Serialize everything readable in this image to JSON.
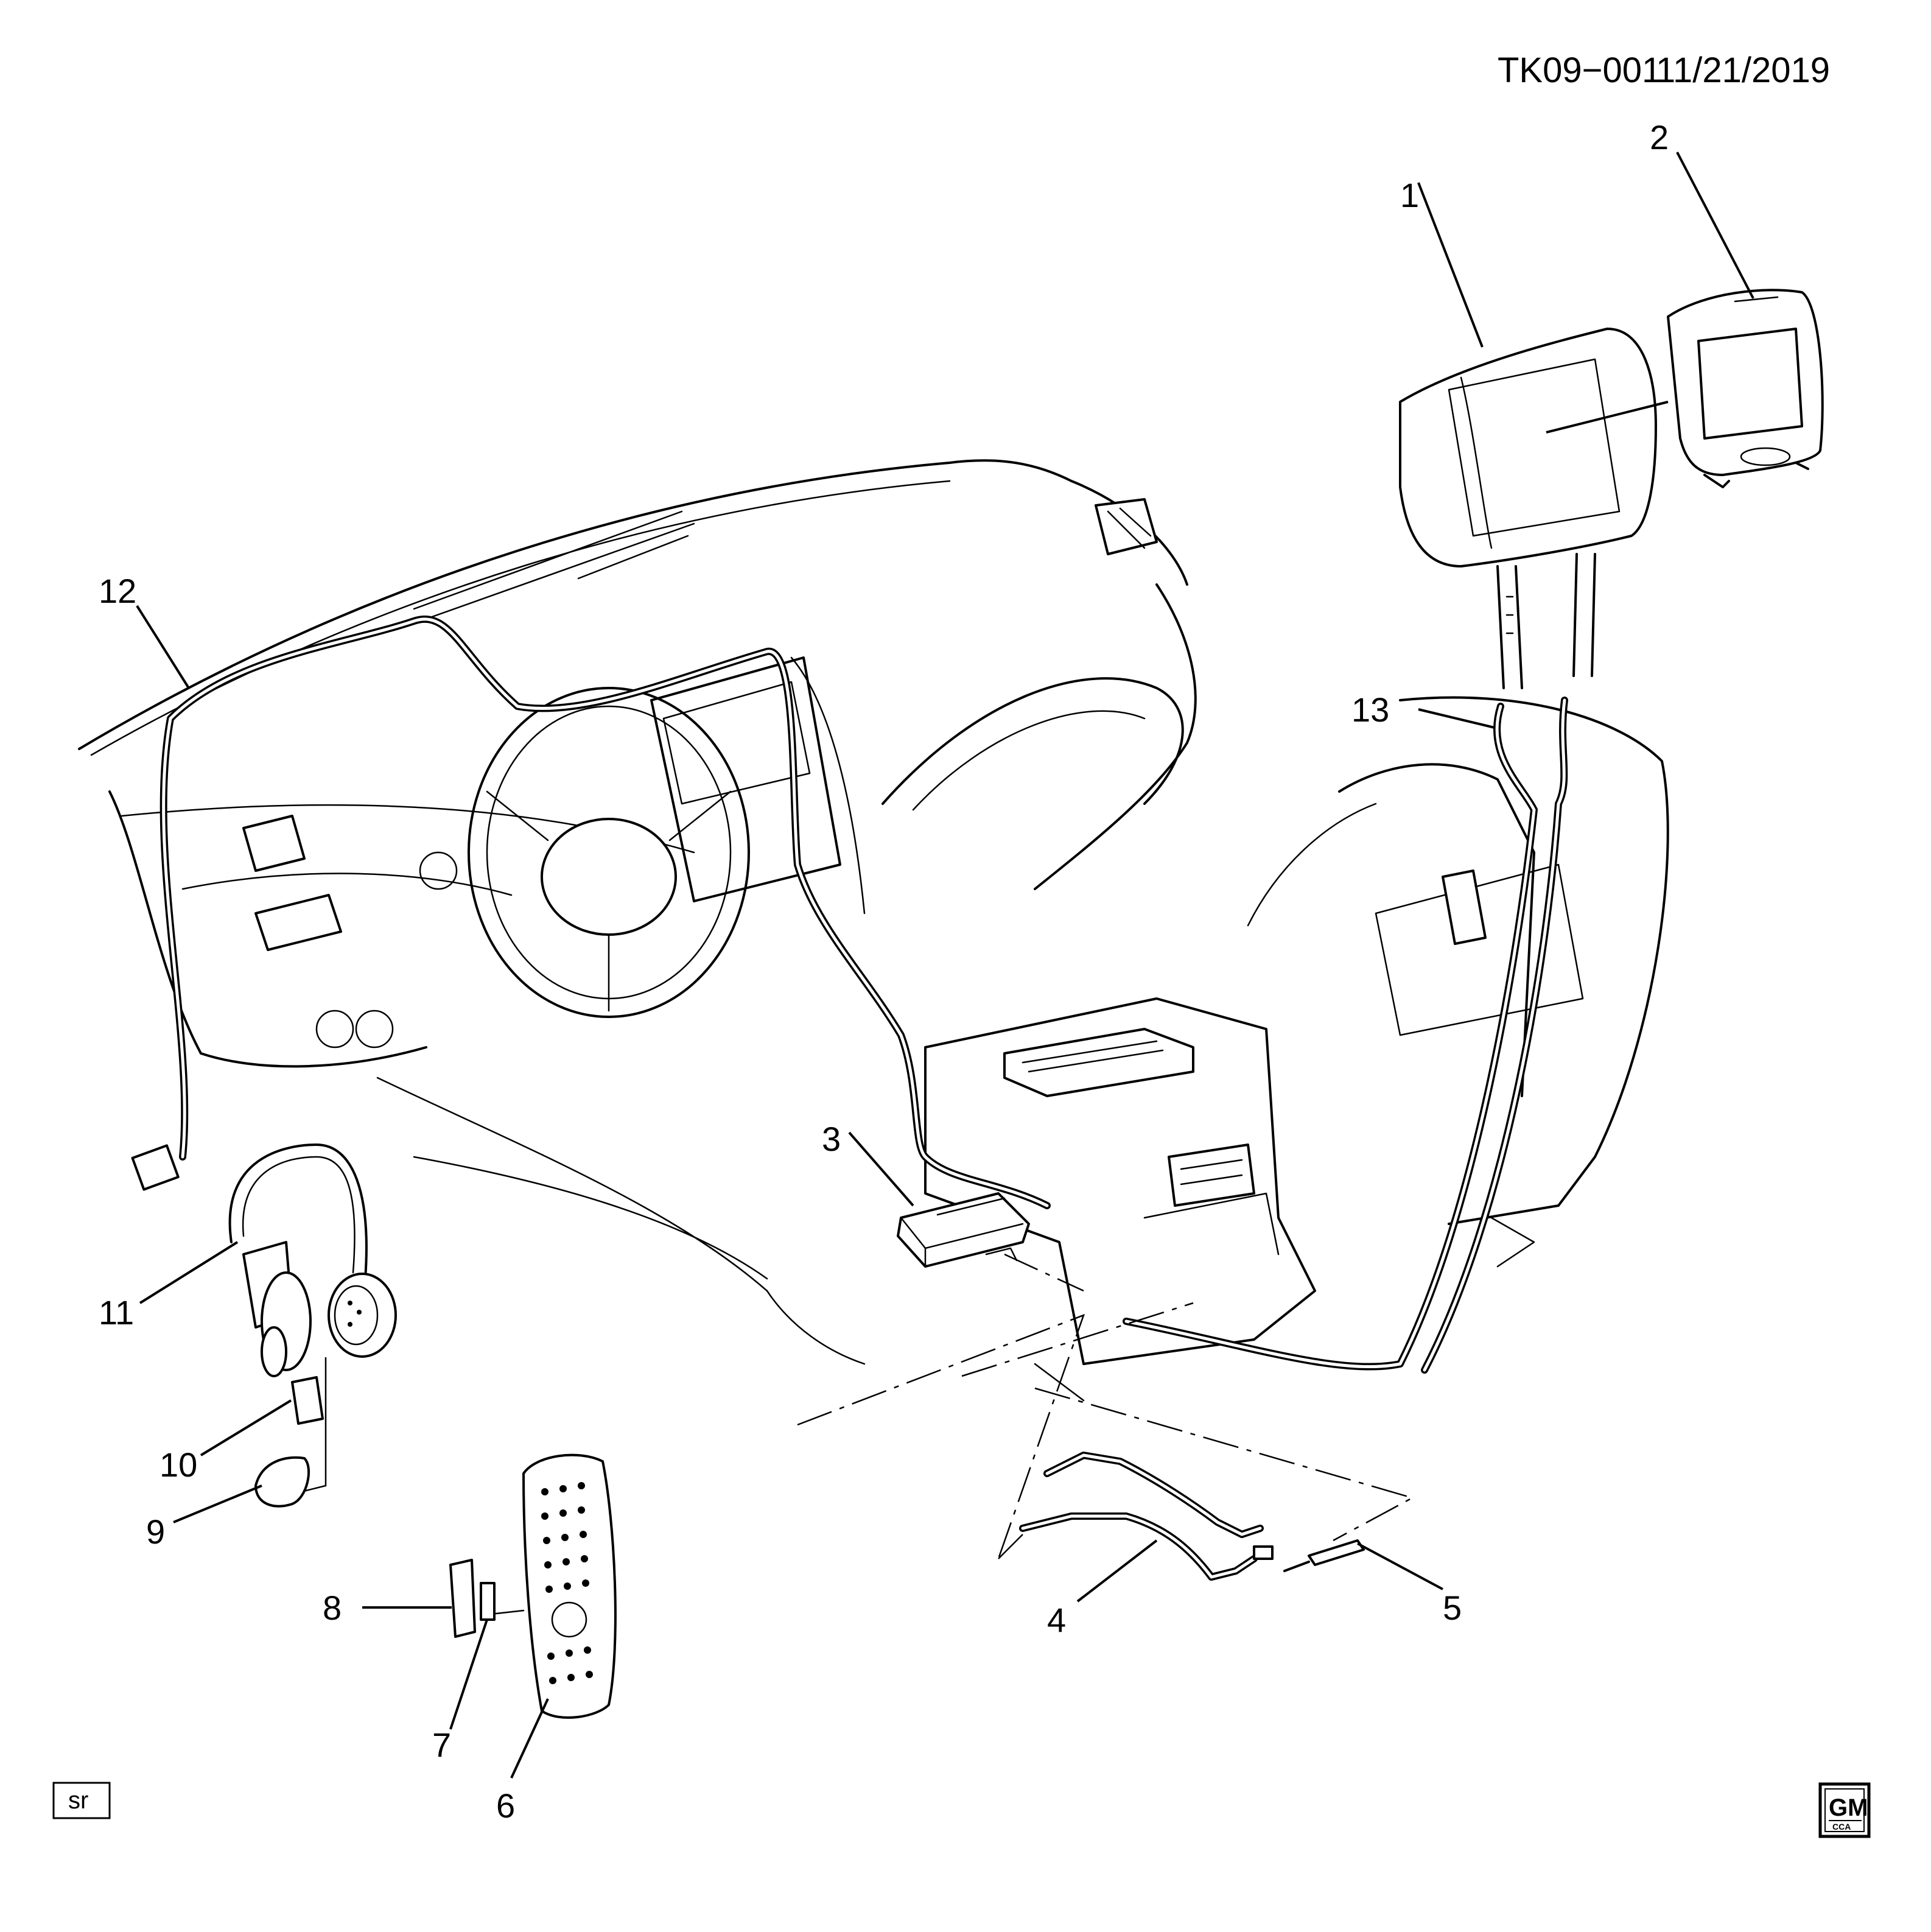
{
  "header": {
    "diagram_code": "TK09−001",
    "date": "11/21/2019"
  },
  "footer": {
    "tag": "sr",
    "gm_logo": "GM",
    "gm_subtext": "CCA"
  },
  "callouts": [
    "1",
    "2",
    "3",
    "4",
    "5",
    "6",
    "7",
    "8",
    "9",
    "10",
    "11",
    "12",
    "13"
  ],
  "icons": {
    "headrest": "headrest-icon",
    "display": "headrest-display-icon",
    "module": "video-module-icon",
    "remote": "remote-control-icon",
    "headphones": "headphones-icon"
  }
}
